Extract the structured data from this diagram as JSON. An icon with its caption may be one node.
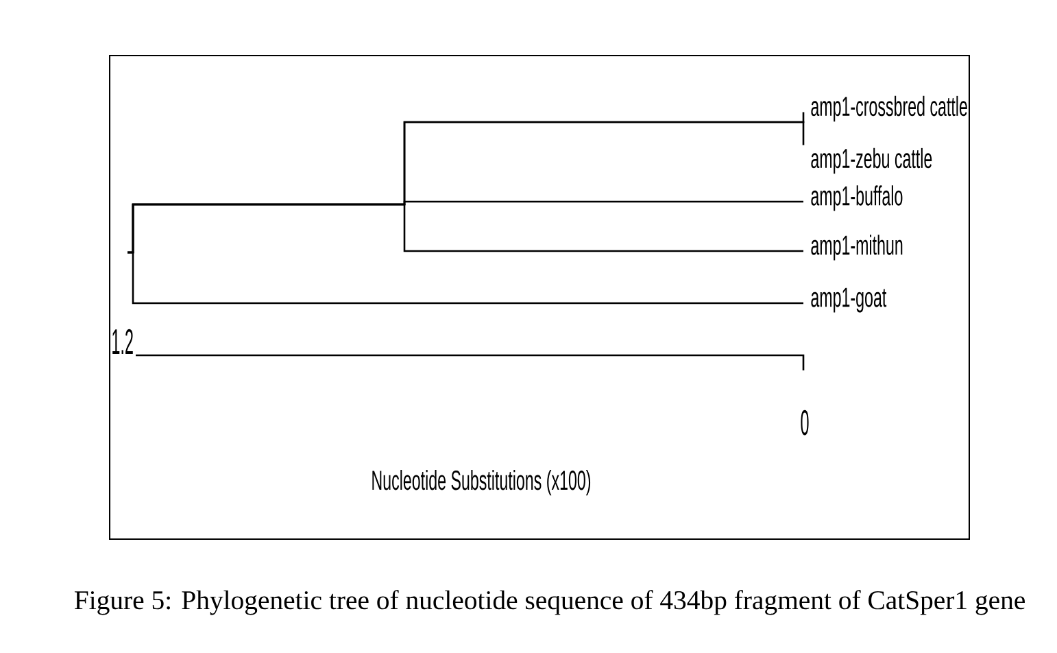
{
  "diagram": {
    "caption": "Figure 5: Phylogenetic tree of nucleotide sequence of 434bp fragment of CatSper1 gene",
    "nodes": [
      {
        "text": [
          "amp1-crossbred cattle"
        ]
      },
      {
        "text": [
          "amp1-zebu cattle"
        ]
      },
      {
        "text": [
          "amp1-buffalo"
        ]
      },
      {
        "text": [
          "amp1-mithun"
        ]
      },
      {
        "text": [
          "amp1-goat"
        ]
      }
    ],
    "edges": [
      {
        "from": null,
        "to": 0,
        "arrow": "none"
      },
      {
        "from": null,
        "to": 1,
        "arrow": "none"
      },
      {
        "from": null,
        "to": 2,
        "arrow": "none"
      },
      {
        "from": null,
        "to": 3,
        "arrow": "none"
      },
      {
        "from": null,
        "to": 4,
        "arrow": "none"
      }
    ],
    "labels": [
      "1.2",
      "0",
      "Nucleotide Substitutions (x100)"
    ]
  }
}
